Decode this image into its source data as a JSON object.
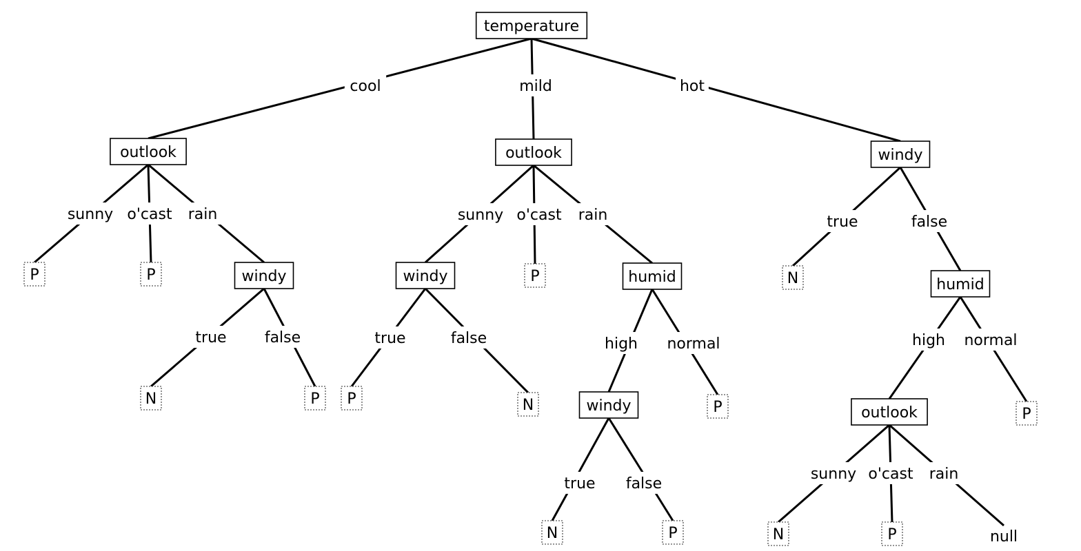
{
  "tree": {
    "label": "temperature",
    "children": [
      {
        "edge": "cool",
        "node": {
          "label": "outlook",
          "children": [
            {
              "edge": "sunny",
              "node": {
                "leaf": "P"
              }
            },
            {
              "edge": "o'cast",
              "node": {
                "leaf": "P"
              }
            },
            {
              "edge": "rain",
              "node": {
                "label": "windy",
                "children": [
                  {
                    "edge": "true",
                    "node": {
                      "leaf": "N"
                    }
                  },
                  {
                    "edge": "false",
                    "node": {
                      "leaf": "P"
                    }
                  }
                ]
              }
            }
          ]
        }
      },
      {
        "edge": "mild",
        "node": {
          "label": "outlook",
          "children": [
            {
              "edge": "sunny",
              "node": {
                "label": "windy",
                "children": [
                  {
                    "edge": "true",
                    "node": {
                      "leaf": "P"
                    }
                  },
                  {
                    "edge": "false",
                    "node": {
                      "leaf": "N"
                    }
                  }
                ]
              }
            },
            {
              "edge": "o'cast",
              "node": {
                "leaf": "P"
              }
            },
            {
              "edge": "rain",
              "node": {
                "label": "humid",
                "children": [
                  {
                    "edge": "high",
                    "node": {
                      "label": "windy",
                      "children": [
                        {
                          "edge": "true",
                          "node": {
                            "leaf": "N"
                          }
                        },
                        {
                          "edge": "false",
                          "node": {
                            "leaf": "P"
                          }
                        }
                      ]
                    }
                  },
                  {
                    "edge": "normal",
                    "node": {
                      "leaf": "P"
                    }
                  }
                ]
              }
            }
          ]
        }
      },
      {
        "edge": "hot",
        "node": {
          "label": "windy",
          "children": [
            {
              "edge": "true",
              "node": {
                "leaf": "N"
              }
            },
            {
              "edge": "false",
              "node": {
                "label": "humid",
                "children": [
                  {
                    "edge": "high",
                    "node": {
                      "label": "outlook",
                      "children": [
                        {
                          "edge": "sunny",
                          "node": {
                            "leaf": "N"
                          }
                        },
                        {
                          "edge": "o'cast",
                          "node": {
                            "leaf": "P"
                          }
                        },
                        {
                          "edge": "rain",
                          "node": {
                            "leaf": "null",
                            "plain": true
                          }
                        }
                      ]
                    }
                  },
                  {
                    "edge": "normal",
                    "node": {
                      "leaf": "P"
                    }
                  }
                ]
              }
            }
          ]
        }
      }
    ]
  }
}
